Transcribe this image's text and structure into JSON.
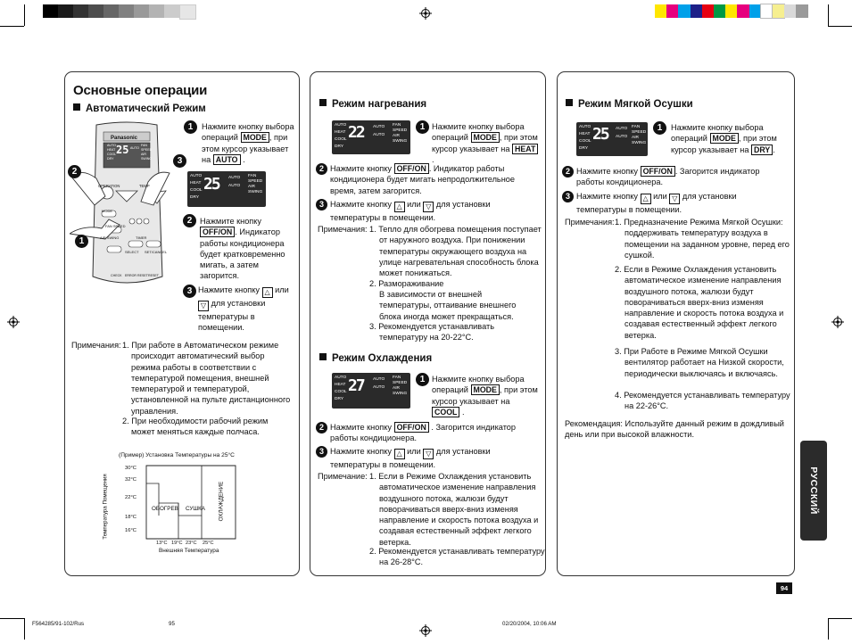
{
  "left": {
    "title": "Основные операции",
    "auto": {
      "heading": "Автоматический Режим",
      "remote_brand": "Panasonic",
      "remote": {
        "mode_lines": [
          "AUTO",
          "HEAT",
          "COOL",
          "DRY"
        ],
        "temp": "25",
        "sub": "AUTO",
        "right": "FAN SPEED AIR SWING",
        "ops": "OPERATION",
        "temp_lbl": "TEMP",
        "mode_lbl": "MODE",
        "fan": "FAN SPEED",
        "air": "AIR SWING",
        "timer": "TIMER",
        "select": "SELECT",
        "set_cancel": "SET/CANCEL",
        "check": "CHECK",
        "error": "ERROR RESET",
        "reset": "RESET"
      },
      "step1": {
        "pre": "Нажмите кнопку выбора операций",
        "key": "MODE",
        "post": ", при этом курсор указывает на",
        "target": "AUTO",
        "end": "."
      },
      "lcd": {
        "modes": [
          "AUTO",
          "HEAT",
          "COOL",
          "DRY"
        ],
        "temp": "25",
        "sub1": "AUTO",
        "sub2": "AUTO",
        "right": "FAN SPEED AIR SWING"
      },
      "step2": {
        "pre": "Нажмите кнопку",
        "key": "OFF/ON",
        "post": ". Индикатор работы кондиционера будет кратковременно мигать, а затем загорится."
      },
      "step3": {
        "pre": "Нажмите кнопку",
        "mid": "или",
        "post": "для установки температуры в помещении."
      },
      "notes_label": "Примечания:",
      "notes": [
        "1. При работе в Автоматическом режиме происходит автоматический выбор режима работы в соответствии с температурой помещения, внешней температурой и температурой, установленной на пульте дистанционного управления.",
        "2. При необходимости рабочий режим может меняться каждые полчаса."
      ],
      "chart": {
        "caption": "(Пример) Установка Температуры на 25°C",
        "ylabel": "Температура Помещения",
        "xlabel": "Внешняя Температура",
        "yticks": [
          "30°C",
          "32°C",
          "22°C",
          "18°C",
          "16°C"
        ],
        "xticks": [
          "13°C",
          "19°C",
          "23°C",
          "25°C"
        ],
        "regions": [
          "ОБОГРЕВ",
          "СУШКА",
          "ОХЛАЖДЕНИЕ"
        ]
      }
    }
  },
  "middle": {
    "heat": {
      "heading": "Режим нагревания",
      "lcd": {
        "modes": [
          "AUTO",
          "HEAT",
          "COOL",
          "DRY"
        ],
        "temp": "22",
        "sub1": "AUTO",
        "sub2": "AUTO",
        "right": "FAN SPEED AIR SWING"
      },
      "step1": {
        "pre": "Нажмите кнопку выбора операций",
        "key": "MODE",
        "post": ", при этом курсор указывает на",
        "target": "HEAT",
        "end": "."
      },
      "step2": {
        "pre": "Нажмите кнопку",
        "key": "OFF/ON",
        "post": ". Индикатор работы кондиционера будет мигать непродолжительное время, затем загорится."
      },
      "step3": {
        "pre": "Нажмите кнопку",
        "mid": "или",
        "post": "для установки температуры в помещении."
      },
      "notes_label": "Примечания:",
      "notes": [
        "1. Тепло для обогрева помещения поступает от наружного воздуха. При понижении температуры окружающего воздуха на улице нагревательная способность блока может понижаться.",
        "2. Размораживание",
        "В зависимости от внешней температуры, оттаивание внешнего блока иногда может прекращаться.",
        "3. Рекомендуется устанавливать температуру на 20-22°C."
      ]
    },
    "cool": {
      "heading": "Режим Охлаждения",
      "lcd": {
        "modes": [
          "AUTO",
          "HEAT",
          "COOL",
          "DRY"
        ],
        "temp": "27",
        "sub1": "AUTO",
        "sub2": "AUTO",
        "right": "FAN SPEED AIR SWING"
      },
      "step1": {
        "pre": "Нажмите кнопку выбора операций",
        "key": "MODE",
        "post": ", при этом курсор указывает на",
        "target": "COOL",
        "end": "."
      },
      "step2": {
        "pre": "Нажмите кнопку",
        "key": "OFF/ON",
        "post": ". Загорится индикатор работы кондиционера."
      },
      "step3": {
        "pre": "Нажмите кнопку",
        "mid": "или",
        "post": "для установки температуры в помещении."
      },
      "notes_label": "Примечание:",
      "notes": [
        "1. Если в Режиме Охлаждения установить автоматическое изменение направления воздушного потока, жалюзи будут поворачиваться вверх-вниз изменяя направление и скорость потока воздуха и создавая естественный эффект легкого ветерка.",
        "2. Рекомендуется устанавливать температуру на 26-28°C."
      ]
    }
  },
  "right": {
    "dry": {
      "heading": "Режим Мягкой Осушки",
      "lcd": {
        "modes": [
          "AUTO",
          "HEAT",
          "COOL",
          "DRY"
        ],
        "temp": "25",
        "sub1": "AUTO",
        "sub2": "AUTO",
        "right": "FAN SPEED AIR SWING"
      },
      "step1": {
        "pre": "Нажмите кнопку выбора операций",
        "key": "MODE",
        "post": ", при этом курсор указывает на",
        "target": "DRY",
        "end": "."
      },
      "step2": {
        "pre": "Нажмите кнопку",
        "key": "OFF/ON",
        "post": ". Загорится индикатор работы кондиционера."
      },
      "step3": {
        "pre": "Нажмите кнопку",
        "mid": "или",
        "post": "для установки температуры в помещении."
      },
      "notes_label": "Примечания:",
      "notes": [
        "1. Предназначение Режима Мягкой Осушки: поддерживать температуру воздуха в помещении на заданном уровне, перед его сушкой.",
        "2. Если в Режиме Охлаждения установить автоматическое изменение направления воздушного потока, жалюзи будут поворачиваться вверх-вниз изменяя направление и скорость потока воздуха и создавая естественный эффект легкого ветерка.",
        "3. При Работе в Режиме Мягкой Осушки вентилятор работает на Низкой скорости, периодически выключаясь и включаясь.",
        "4. Рекомендуется устанавливать температуру на 22-26°C."
      ],
      "recommendation": "Рекомендация: Используйте данный режим в дождливый день или при высокой влажности."
    }
  },
  "tab_label": "РУССКИЙ",
  "page_number": "94",
  "footer": {
    "file": "F564285/91-102/Rus",
    "page": "95",
    "date": "02/20/2004, 10:06 AM"
  },
  "colors": {
    "gray_bar": [
      "#000000",
      "#1a1a1a",
      "#333333",
      "#4d4d4d",
      "#666666",
      "#808080",
      "#999999",
      "#b3b3b3",
      "#cccccc",
      "#e6e6e6"
    ],
    "color_bar": [
      "#ffe600",
      "#e6007e",
      "#00a0e9",
      "#1d2088",
      "#e60012",
      "#009944",
      "#ffe600",
      "#e6007e",
      "#00a0e9",
      "#ffffff",
      "#f6ef90",
      "#d9d9d9",
      "#9a9a9a"
    ]
  }
}
